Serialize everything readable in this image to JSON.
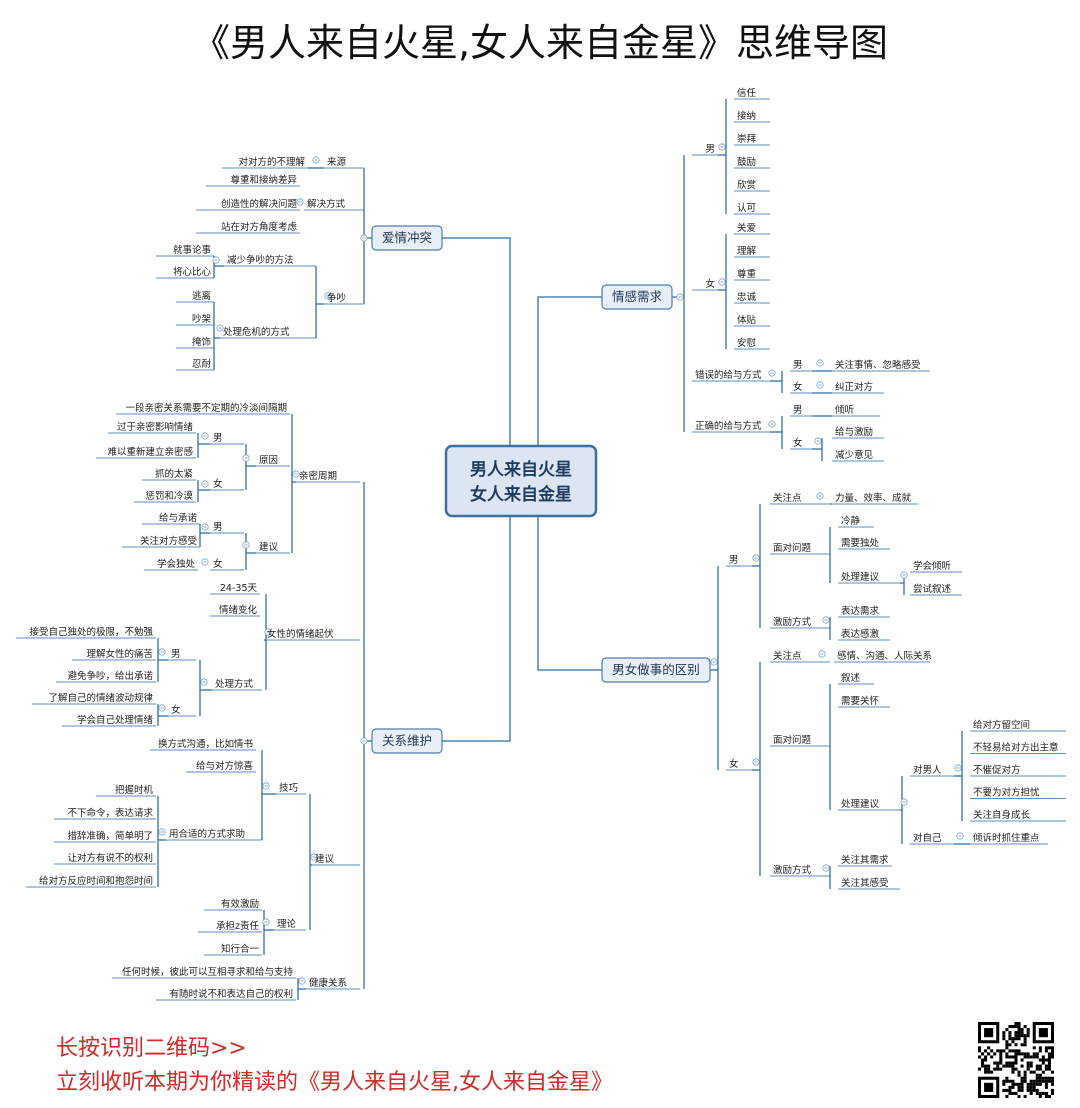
{
  "title": "《男人来自火星,女人来自金星》思维导图",
  "center": {
    "line1": "男人来自火星",
    "line2": "女人来自金星"
  },
  "labels": {
    "b1": "爱情冲突",
    "b1_1": "来源",
    "b1_1_1": "对对方的不理解",
    "b1_2": "解决方式",
    "b1_2_1": "尊重和接纳差异",
    "b1_2_2": "创造性的解决问题",
    "b1_2_3": "站在对方角度考虑",
    "b1_3": "争吵",
    "b1_3_1": "减少争吵的方法",
    "b1_3_1_1": "就事论事",
    "b1_3_1_2": "将心比心",
    "b1_3_2": "处理危机的方式",
    "b1_3_2_1": "逃离",
    "b1_3_2_2": "吵架",
    "b1_3_2_3": "掩饰",
    "b1_3_2_4": "忍耐",
    "b2": "关系维护",
    "b2_1": "亲密周期",
    "b2_1_1": "一段亲密关系需要不定期的冷淡间隔期",
    "b2_1_2": "原因",
    "b2_1_2_1": "男",
    "b2_1_2_1_1": "过于亲密影响情绪",
    "b2_1_2_1_2": "难以重新建立亲密感",
    "b2_1_2_2": "女",
    "b2_1_2_2_1": "抓的太紧",
    "b2_1_2_2_2": "惩罚和冷漠",
    "b2_1_3": "建议",
    "b2_1_3_1": "男",
    "b2_1_3_1_1": "给与承诺",
    "b2_1_3_1_2": "关注对方感受",
    "b2_1_3_2": "女",
    "b2_1_3_2_1": "学会独处",
    "b2_2": "女性的情绪起伏",
    "b2_2_1": "24-35天",
    "b2_2_2": "情绪变化",
    "b2_2_3": "处理方式",
    "b2_2_3_1": "男",
    "b2_2_3_1_1": "接受自己独处的极限，不勉强",
    "b2_2_3_1_2": "理解女性的痛苦",
    "b2_2_3_1_3": "避免争吵，给出承诺",
    "b2_2_3_2": "女",
    "b2_2_3_2_1": "了解自己的情绪波动规律",
    "b2_2_3_2_2": "学会自己处理情绪",
    "b2_3": "建议",
    "b2_3_1": "技巧",
    "b2_3_1_1": "换方式沟通，比如情书",
    "b2_3_1_2": "给与对方惊喜",
    "b2_3_1_3": "用合适的方式求助",
    "b2_3_1_3_1": "把握时机",
    "b2_3_1_3_2": "不下命令，表达请求",
    "b2_3_1_3_3": "措辞准确，简单明了",
    "b2_3_1_3_4": "让对方有说不的权利",
    "b2_3_1_3_5": "给对方反应时间和抱怨时间",
    "b2_3_2": "理论",
    "b2_3_2_1": "有效激励",
    "b2_3_2_2": "承担z责任",
    "b2_3_2_3": "知行合一",
    "b2_4": "健康关系",
    "b2_4_1": "任何时候，彼此可以互相寻求和给与支持",
    "b2_4_2": "有随时说不和表达自己的权利",
    "b3": "情感需求",
    "b3_1": "男",
    "b3_1_1": "信任",
    "b3_1_2": "接纳",
    "b3_1_3": "崇拜",
    "b3_1_4": "鼓励",
    "b3_1_5": "欣赏",
    "b3_1_6": "认可",
    "b3_2": "女",
    "b3_2_1": "关爱",
    "b3_2_2": "理解",
    "b3_2_3": "尊重",
    "b3_2_4": "忠诚",
    "b3_2_5": "体贴",
    "b3_2_6": "安慰",
    "b3_3": "错误的给与方式",
    "b3_3_1": "男",
    "b3_3_1_1": "关注事情、忽略感受",
    "b3_3_2": "女",
    "b3_3_2_1": "纠正对方",
    "b3_4": "正确的给与方式",
    "b3_4_1": "男",
    "b3_4_1_1": "倾听",
    "b3_4_2": "女",
    "b3_4_2_1": "给与激励",
    "b3_4_2_2": "减少意见",
    "b4": "男女做事的区别",
    "b4_1": "男",
    "b4_1_1": "关注点",
    "b4_1_1_1": "力量、效率、成就",
    "b4_1_2": "面对问题",
    "b4_1_2_1": "冷静",
    "b4_1_2_2": "需要独处",
    "b4_1_2_3": "处理建议",
    "b4_1_2_3_1": "学会倾听",
    "b4_1_2_3_2": "尝试叙述",
    "b4_1_3": "激励方式",
    "b4_1_3_1": "表达需求",
    "b4_1_3_2": "表达感激",
    "b4_2": "女",
    "b4_2_1": "关注点",
    "b4_2_1_1": "感情、沟通、人际关系",
    "b4_2_2": "面对问题",
    "b4_2_2_1": "叙述",
    "b4_2_2_2": "需要关怀",
    "b4_2_2_3": "处理建议",
    "b4_2_2_3_1": "对男人",
    "b4_2_2_3_1_1": "给对方留空间",
    "b4_2_2_3_1_2": "不轻易给对方出主意",
    "b4_2_2_3_1_3": "不催促对方",
    "b4_2_2_3_1_4": "不要为对方担忧",
    "b4_2_2_3_1_5": "关注自身成长",
    "b4_2_2_3_2": "对自己",
    "b4_2_2_3_2_1": "倾诉时抓住重点",
    "b4_2_3": "激励方式",
    "b4_2_3_1": "关注其需求",
    "b4_2_3_2": "关注其感受"
  },
  "cta": {
    "line1": "长按识别二维码>>",
    "line2": "立刻收听本期为你精读的《男人来自火星,女人来自金星》"
  },
  "colors": {
    "line": "#2f6fa8",
    "center_fill": "#dbe6f2",
    "center_stroke": "#3f6fa0",
    "cta": "#d02a2a"
  }
}
